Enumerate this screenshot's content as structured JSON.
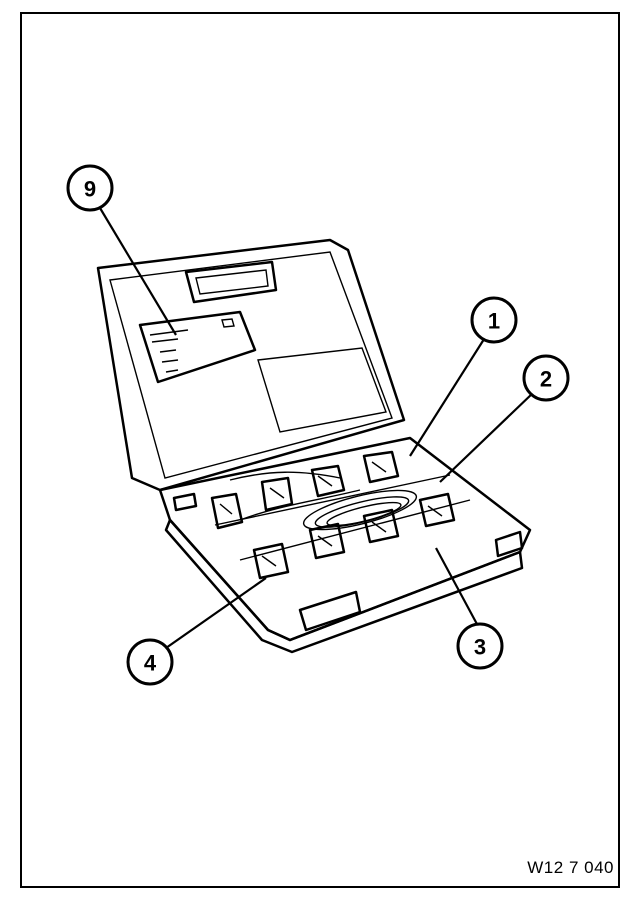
{
  "callouts": [
    {
      "label": "9"
    },
    {
      "label": "1"
    },
    {
      "label": "2"
    },
    {
      "label": "3"
    },
    {
      "label": "4"
    }
  ],
  "figure_ref": "W12 7 040",
  "colors": {
    "ink": "#000000",
    "shade": "#b8b8b8",
    "paper": "#ffffff"
  }
}
